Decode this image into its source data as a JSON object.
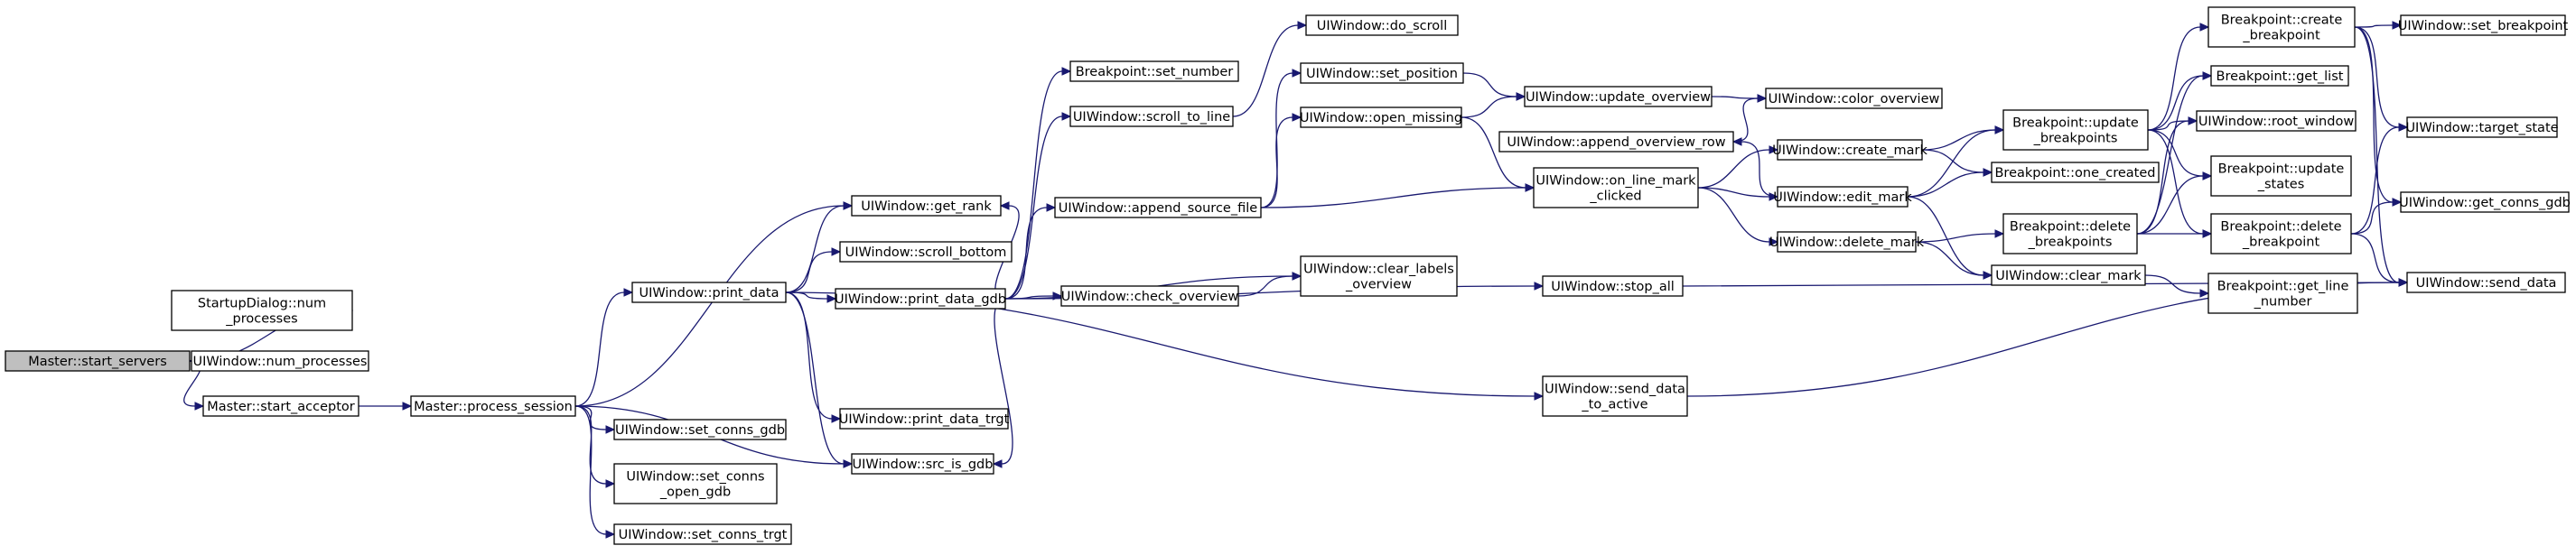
{
  "diagram": {
    "colors": {
      "node_fill": "#ffffff",
      "root_fill": "#bfbfbf",
      "node_border": "#000000",
      "edge": "#191970"
    },
    "nodes": [
      {
        "id": "n0",
        "lines": [
          "Master::start_servers"
        ],
        "root": true
      },
      {
        "id": "n1",
        "lines": [
          "StartupDialog::num",
          "_processes"
        ]
      },
      {
        "id": "n2",
        "lines": [
          "UIWindow::num_processes"
        ]
      },
      {
        "id": "n3",
        "lines": [
          "Master::start_acceptor"
        ]
      },
      {
        "id": "n4",
        "lines": [
          "Master::process_session"
        ]
      },
      {
        "id": "n5",
        "lines": [
          "UIWindow::get_rank"
        ]
      },
      {
        "id": "n6",
        "lines": [
          "UIWindow::print_data"
        ]
      },
      {
        "id": "n7",
        "lines": [
          "UIWindow::set_conns_gdb"
        ]
      },
      {
        "id": "n8",
        "lines": [
          "UIWindow::set_conns",
          "_open_gdb"
        ]
      },
      {
        "id": "n9",
        "lines": [
          "UIWindow::set_conns_trgt"
        ]
      },
      {
        "id": "n10",
        "lines": [
          "UIWindow::src_is_gdb"
        ]
      },
      {
        "id": "n11",
        "lines": [
          "UIWindow::scroll_bottom"
        ]
      },
      {
        "id": "n12",
        "lines": [
          "UIWindow::print_data_gdb"
        ]
      },
      {
        "id": "n13",
        "lines": [
          "UIWindow::print_data_trgt"
        ]
      },
      {
        "id": "n14",
        "lines": [
          "Breakpoint::set_number"
        ]
      },
      {
        "id": "n15",
        "lines": [
          "UIWindow::scroll_to_line"
        ]
      },
      {
        "id": "n16",
        "lines": [
          "UIWindow::append_source_file"
        ]
      },
      {
        "id": "n17",
        "lines": [
          "UIWindow::check_overview"
        ]
      },
      {
        "id": "n18",
        "lines": [
          "UIWindow::do_scroll"
        ]
      },
      {
        "id": "n19",
        "lines": [
          "UIWindow::set_position"
        ]
      },
      {
        "id": "n20",
        "lines": [
          "UIWindow::open_missing"
        ]
      },
      {
        "id": "n21",
        "lines": [
          "UIWindow::clear_labels",
          "_overview"
        ]
      },
      {
        "id": "n22",
        "lines": [
          "UIWindow::stop_all"
        ]
      },
      {
        "id": "n23",
        "lines": [
          "UIWindow::send_data",
          "_to_active"
        ]
      },
      {
        "id": "n24",
        "lines": [
          "UIWindow::update_overview"
        ]
      },
      {
        "id": "n25",
        "lines": [
          "UIWindow::append_overview_row"
        ]
      },
      {
        "id": "n26",
        "lines": [
          "UIWindow::on_line_mark",
          "_clicked"
        ]
      },
      {
        "id": "n27",
        "lines": [
          "UIWindow::color_overview"
        ]
      },
      {
        "id": "n28",
        "lines": [
          "UIWindow::create_mark"
        ]
      },
      {
        "id": "n29",
        "lines": [
          "UIWindow::edit_mark"
        ]
      },
      {
        "id": "n30",
        "lines": [
          "UIWindow::delete_mark"
        ]
      },
      {
        "id": "n31",
        "lines": [
          "Breakpoint::update",
          "_breakpoints"
        ]
      },
      {
        "id": "n32",
        "lines": [
          "Breakpoint::one_created"
        ]
      },
      {
        "id": "n33",
        "lines": [
          "Breakpoint::delete",
          "_breakpoints"
        ]
      },
      {
        "id": "n34",
        "lines": [
          "UIWindow::clear_mark"
        ]
      },
      {
        "id": "n35",
        "lines": [
          "Breakpoint::create",
          "_breakpoint"
        ]
      },
      {
        "id": "n36",
        "lines": [
          "Breakpoint::get_list"
        ]
      },
      {
        "id": "n37",
        "lines": [
          "UIWindow::root_window"
        ]
      },
      {
        "id": "n38",
        "lines": [
          "Breakpoint::update",
          "_states"
        ]
      },
      {
        "id": "n39",
        "lines": [
          "Breakpoint::delete",
          "_breakpoint"
        ]
      },
      {
        "id": "n40",
        "lines": [
          "Breakpoint::get_line",
          "_number"
        ]
      },
      {
        "id": "n41",
        "lines": [
          "UIWindow::set_breakpoint"
        ]
      },
      {
        "id": "n42",
        "lines": [
          "UIWindow::target_state"
        ]
      },
      {
        "id": "n43",
        "lines": [
          "UIWindow::get_conns_gdb"
        ]
      },
      {
        "id": "n44",
        "lines": [
          "UIWindow::send_data"
        ]
      }
    ],
    "edges": [
      [
        "n0",
        "n1"
      ],
      [
        "n0",
        "n2"
      ],
      [
        "n0",
        "n3"
      ],
      [
        "n3",
        "n4"
      ],
      [
        "n4",
        "n5"
      ],
      [
        "n4",
        "n6"
      ],
      [
        "n4",
        "n7"
      ],
      [
        "n4",
        "n8"
      ],
      [
        "n4",
        "n9"
      ],
      [
        "n4",
        "n10"
      ],
      [
        "n6",
        "n5"
      ],
      [
        "n6",
        "n11"
      ],
      [
        "n6",
        "n12"
      ],
      [
        "n6",
        "n13"
      ],
      [
        "n6",
        "n10"
      ],
      [
        "n6",
        "n23"
      ],
      [
        "n12",
        "n5"
      ],
      [
        "n12",
        "n14"
      ],
      [
        "n12",
        "n15"
      ],
      [
        "n12",
        "n16"
      ],
      [
        "n12",
        "n17"
      ],
      [
        "n12",
        "n21"
      ],
      [
        "n12",
        "n22"
      ],
      [
        "n12",
        "n10"
      ],
      [
        "n15",
        "n18"
      ],
      [
        "n16",
        "n19"
      ],
      [
        "n16",
        "n20"
      ],
      [
        "n16",
        "n26"
      ],
      [
        "n17",
        "n21"
      ],
      [
        "n19",
        "n24"
      ],
      [
        "n20",
        "n24"
      ],
      [
        "n20",
        "n26"
      ],
      [
        "n24",
        "n27"
      ],
      [
        "n25",
        "n27"
      ],
      [
        "n26",
        "n28"
      ],
      [
        "n26",
        "n29"
      ],
      [
        "n26",
        "n30"
      ],
      [
        "n28",
        "n31"
      ],
      [
        "n28",
        "n32"
      ],
      [
        "n29",
        "n31"
      ],
      [
        "n29",
        "n32"
      ],
      [
        "n29",
        "n34"
      ],
      [
        "n29",
        "n25"
      ],
      [
        "n30",
        "n33"
      ],
      [
        "n30",
        "n34"
      ],
      [
        "n31",
        "n35"
      ],
      [
        "n31",
        "n36"
      ],
      [
        "n31",
        "n37"
      ],
      [
        "n31",
        "n38"
      ],
      [
        "n31",
        "n39"
      ],
      [
        "n33",
        "n36"
      ],
      [
        "n33",
        "n37"
      ],
      [
        "n33",
        "n38"
      ],
      [
        "n33",
        "n39"
      ],
      [
        "n34",
        "n40"
      ],
      [
        "n35",
        "n41"
      ],
      [
        "n35",
        "n42"
      ],
      [
        "n35",
        "n43"
      ],
      [
        "n35",
        "n44"
      ],
      [
        "n39",
        "n42"
      ],
      [
        "n39",
        "n43"
      ],
      [
        "n39",
        "n44"
      ],
      [
        "n22",
        "n44"
      ],
      [
        "n23",
        "n44"
      ]
    ]
  }
}
